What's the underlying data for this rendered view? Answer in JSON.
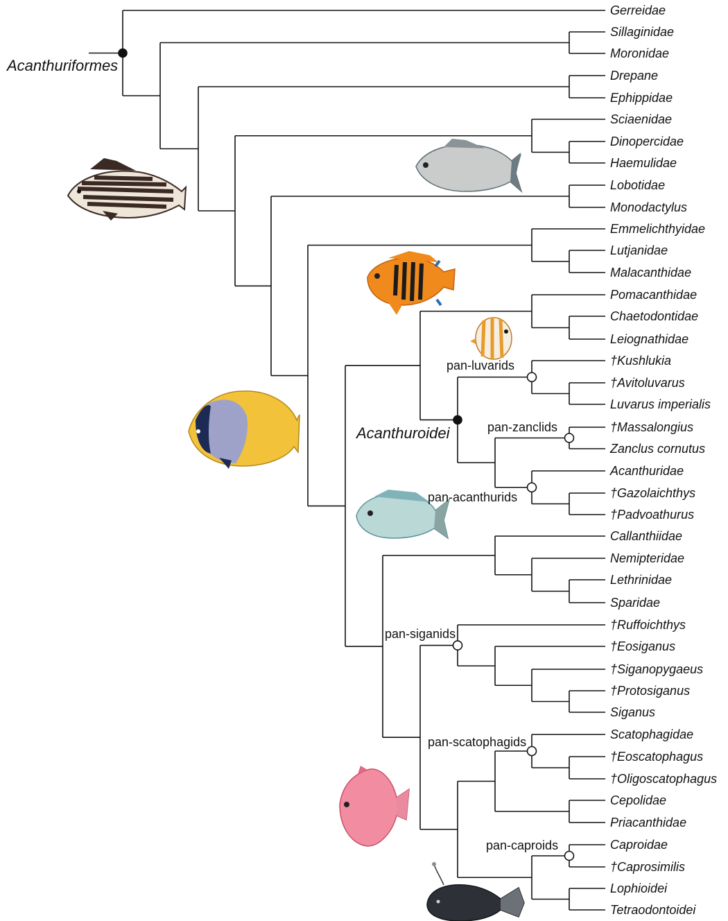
{
  "tips": [
    {
      "id": "t0",
      "label": "Gerreidae"
    },
    {
      "id": "t1",
      "label": "Sillaginidae"
    },
    {
      "id": "t2",
      "label": "Moronidae"
    },
    {
      "id": "t3",
      "label": "Drepane"
    },
    {
      "id": "t4",
      "label": "Ephippidae"
    },
    {
      "id": "t5",
      "label": "Sciaenidae"
    },
    {
      "id": "t6",
      "label": "Dinopercidae"
    },
    {
      "id": "t7",
      "label": "Haemulidae"
    },
    {
      "id": "t8",
      "label": "Lobotidae"
    },
    {
      "id": "t9",
      "label": "Monodactylus"
    },
    {
      "id": "t10",
      "label": "Emmelichthyidae"
    },
    {
      "id": "t11",
      "label": "Lutjanidae"
    },
    {
      "id": "t12",
      "label": "Malacanthidae"
    },
    {
      "id": "t13",
      "label": "Pomacanthidae"
    },
    {
      "id": "t14",
      "label": "Chaetodontidae"
    },
    {
      "id": "t15",
      "label": "Leiognathidae"
    },
    {
      "id": "t16",
      "label": "†Kushlukia"
    },
    {
      "id": "t17",
      "label": "†Avitoluvarus"
    },
    {
      "id": "t18",
      "label": "Luvarus imperialis"
    },
    {
      "id": "t19",
      "label": "†Massalongius"
    },
    {
      "id": "t20",
      "label": "Zanclus cornutus"
    },
    {
      "id": "t21",
      "label": "Acanthuridae"
    },
    {
      "id": "t22",
      "label": "†Gazolaichthys"
    },
    {
      "id": "t23",
      "label": "†Padvoathurus"
    },
    {
      "id": "t24",
      "label": "Callanthiidae"
    },
    {
      "id": "t25",
      "label": "Nemipteridae"
    },
    {
      "id": "t26",
      "label": "Lethrinidae"
    },
    {
      "id": "t27",
      "label": "Sparidae"
    },
    {
      "id": "t28",
      "label": "†Ruffoichthys"
    },
    {
      "id": "t29",
      "label": "†Eosiganus"
    },
    {
      "id": "t30",
      "label": "†Siganopygaeus"
    },
    {
      "id": "t31",
      "label": "†Protosiganus"
    },
    {
      "id": "t32",
      "label": "Siganus"
    },
    {
      "id": "t33",
      "label": "Scatophagidae"
    },
    {
      "id": "t34",
      "label": "†Eoscatophagus"
    },
    {
      "id": "t35",
      "label": "†Oligoscatophagus"
    },
    {
      "id": "t36",
      "label": "Cepolidae"
    },
    {
      "id": "t37",
      "label": "Priacanthidae"
    },
    {
      "id": "t38",
      "label": "Caproidae"
    },
    {
      "id": "t39",
      "label": "†Caprosimilis"
    },
    {
      "id": "t40",
      "label": "Lophioidei"
    },
    {
      "id": "t41",
      "label": "Tetraodontoidei"
    }
  ],
  "clade_labels": {
    "acanthuriformes": "Acanthuriformes",
    "acanthuroidei": "Acanthuroidei",
    "pan_luvarids": "pan-luvarids",
    "pan_zanclids": "pan-zanclids",
    "pan_acanthurids": "pan-acanthurids",
    "pan_siganids": "pan-siganids",
    "pan_scatophagids": "pan-scatophagids",
    "pan_caproids": "pan-caproids"
  },
  "node_markers": {
    "filled": [
      "Acanthuriformes",
      "Acanthuroidei"
    ],
    "open": [
      "pan-luvarids",
      "pan-zanclids",
      "pan-acanthurids",
      "pan-siganids",
      "pan-scatophagids",
      "pan-caproids"
    ]
  },
  "fish_illustrations": [
    {
      "name": "striped-grunt-fish",
      "colors": [
        "#3b2a24",
        "#f2ece4"
      ]
    },
    {
      "name": "silver-drum-fish",
      "colors": [
        "#b9bcba",
        "#5d6d74"
      ]
    },
    {
      "name": "flame-angelfish",
      "colors": [
        "#f08a1c",
        "#1b1b1b",
        "#2a6fb5"
      ]
    },
    {
      "name": "copperband-butterflyfish",
      "colors": [
        "#e99b2a",
        "#f4efe2"
      ]
    },
    {
      "name": "yellow-butterflyfish",
      "colors": [
        "#f2c23a",
        "#9fa2c8",
        "#1d2a55"
      ]
    },
    {
      "name": "surgeonfish",
      "colors": [
        "#b9d8d6",
        "#5e8f98"
      ]
    },
    {
      "name": "pink-boarfish",
      "colors": [
        "#f28ca0",
        "#c9506a"
      ]
    },
    {
      "name": "anglerfish",
      "colors": [
        "#2d3036",
        "#6c7077"
      ]
    }
  ]
}
